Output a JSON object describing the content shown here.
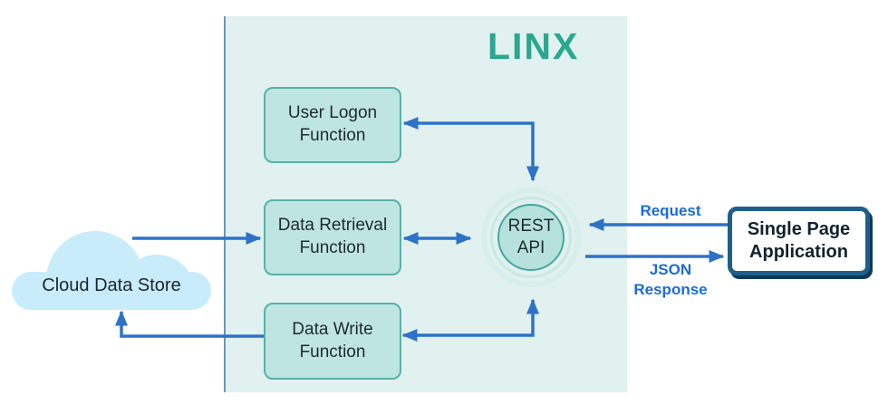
{
  "app": {
    "type": "architecture-diagram",
    "brand": "LINX"
  },
  "logo": {
    "text": "LINX",
    "color": "#2ba78f"
  },
  "nodes": {
    "user_logon": {
      "label": "User Logon Function"
    },
    "data_retrieval": {
      "label": "Data Retrieval Function"
    },
    "data_write": {
      "label": "Data Write Function"
    },
    "rest_api": {
      "label": "REST API"
    },
    "cloud": {
      "label": "Cloud Data Store"
    },
    "spa": {
      "label": "Single Page Application"
    }
  },
  "edges": [
    {
      "from": "rest_api",
      "to": "user_logon",
      "bidirectional": true,
      "label": ""
    },
    {
      "from": "cloud",
      "to": "data_retrieval",
      "bidirectional": false,
      "label": ""
    },
    {
      "from": "data_retrieval",
      "to": "rest_api",
      "bidirectional": true,
      "label": ""
    },
    {
      "from": "data_write",
      "to": "rest_api",
      "bidirectional": true,
      "label": ""
    },
    {
      "from": "data_write",
      "to": "cloud",
      "bidirectional": false,
      "label": ""
    },
    {
      "from": "spa",
      "to": "rest_api",
      "bidirectional": false,
      "label": "Request"
    },
    {
      "from": "rest_api",
      "to": "spa",
      "bidirectional": false,
      "label": "JSON Response"
    }
  ],
  "colors": {
    "brand_teal": "#2ba78f",
    "panel_bg": "#e1f1ef",
    "node_fill": "#bfe5e1",
    "node_border": "#57b1a9",
    "arrow_blue": "#2e72c8",
    "edge_label_blue": "#1b6cd6",
    "spa_border": "#1e5f8a",
    "cloud_fill": "#c9ecfa"
  }
}
